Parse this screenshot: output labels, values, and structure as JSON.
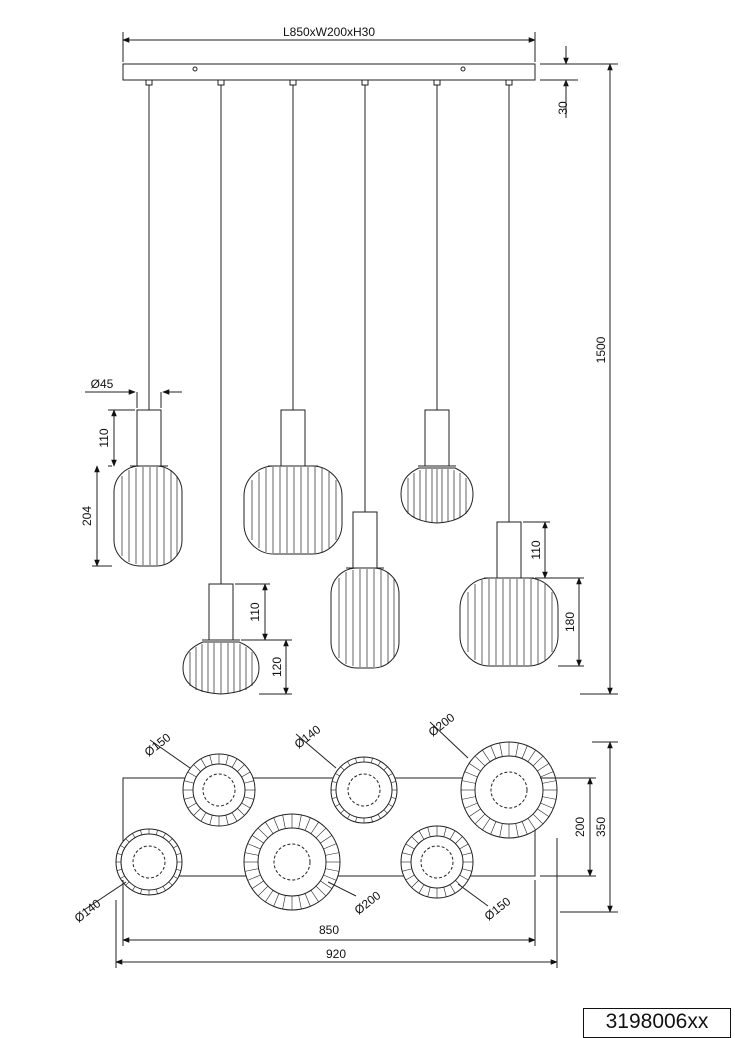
{
  "drawing": {
    "product_code": "3198006xx",
    "canopy_label": "L850xW200xH30",
    "dims": {
      "canopy_height": "30",
      "total_height": "1500",
      "holder_diameter": "Ø45",
      "holder_height_a": "110",
      "shade_height_a": "204",
      "holder_height_b": "110",
      "shade_height_b": "120",
      "holder_height_c": "110",
      "shade_height_c": "180",
      "plan_width_inner": "850",
      "plan_width_outer": "920",
      "plan_depth_inner": "200",
      "plan_depth_outer": "350"
    },
    "plan_diameters": {
      "d1": "Ø150",
      "d2": "Ø140",
      "d3": "Ø200",
      "d4": "Ø140",
      "d5": "Ø200",
      "d6": "Ø150"
    }
  }
}
